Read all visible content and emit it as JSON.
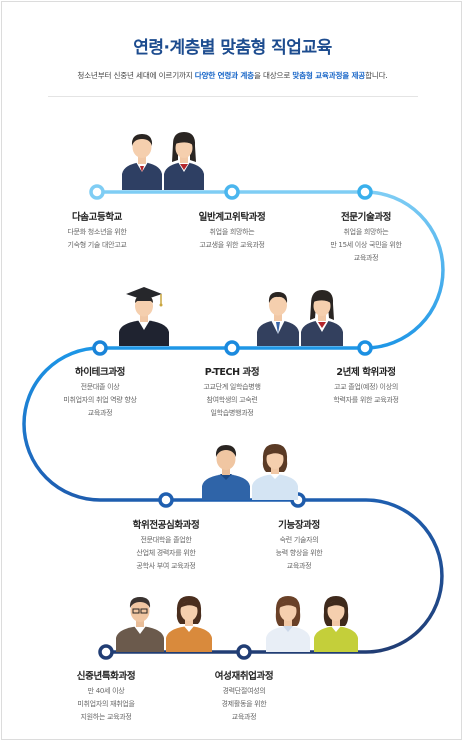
{
  "title": "연령·계층별 맞춤형 직업교육",
  "subtitle": {
    "part1": "청소년부터 신중년 세대에 이르기까지 ",
    "highlight1": "다양한 연령과 계층",
    "part2": "을 대상으로 ",
    "highlight2": "맞춤형 교육과정을 제공",
    "part3": "합니다."
  },
  "courses": [
    {
      "name": "다솜고등학교",
      "desc": [
        "다문화 청소년을 위한",
        "기숙형 기술 대안고교"
      ]
    },
    {
      "name": "일반계고위탁과정",
      "desc": [
        "취업을 희망하는",
        "고교생을 위한 교육과정"
      ]
    },
    {
      "name": "전문기술과정",
      "desc": [
        "취업을 희망하는",
        "만 15세 이상 국민을 위한",
        "교육과정"
      ]
    },
    {
      "name": "하이테크과정",
      "desc": [
        "전문대졸 이상",
        "미취업자의 취업 역량 향상",
        "교육과정"
      ]
    },
    {
      "name": "P-TECH 과정",
      "desc": [
        "고교단계 일학습병행",
        "참여학생의 고숙련",
        "일학습병행과정"
      ]
    },
    {
      "name": "2년제 학위과정",
      "desc": [
        "고교 졸업(예정) 이상의",
        "학력자를 위한 교육과정"
      ]
    },
    {
      "name": "학위전공심화과정",
      "desc": [
        "전문대학을 졸업한",
        "산업체 경력자를 위한",
        "공학사 부여 교육과정"
      ]
    },
    {
      "name": "기능장과정",
      "desc": [
        "숙련 기술자의",
        "능력 향상을 위한",
        "교육과정"
      ]
    },
    {
      "name": "신중년특화과정",
      "desc": [
        "만 40세 이상",
        "미취업자의 재취업을",
        "지원하는 교육과정"
      ]
    },
    {
      "name": "여성재취업과정",
      "desc": [
        "경력단절여성의",
        "경제활동을 위한",
        "교육과정"
      ]
    }
  ],
  "figures": [
    {
      "id": "students-pair",
      "icon": "graduation-students-icon"
    },
    {
      "id": "graduate",
      "icon": "graduate-cap-icon"
    },
    {
      "id": "school-pair",
      "icon": "uniform-students-icon"
    },
    {
      "id": "adult-pair",
      "icon": "adult-pair-icon"
    },
    {
      "id": "middle-aged-pair",
      "icon": "middle-aged-pair-icon"
    },
    {
      "id": "women-pair",
      "icon": "women-pair-icon"
    }
  ],
  "colors": {
    "title": "#1d4c8f",
    "highlight": "#1a67c8",
    "path_start": "#6fc6f2",
    "path_mid": "#1f8ee0",
    "path_end": "#1f3f78"
  }
}
